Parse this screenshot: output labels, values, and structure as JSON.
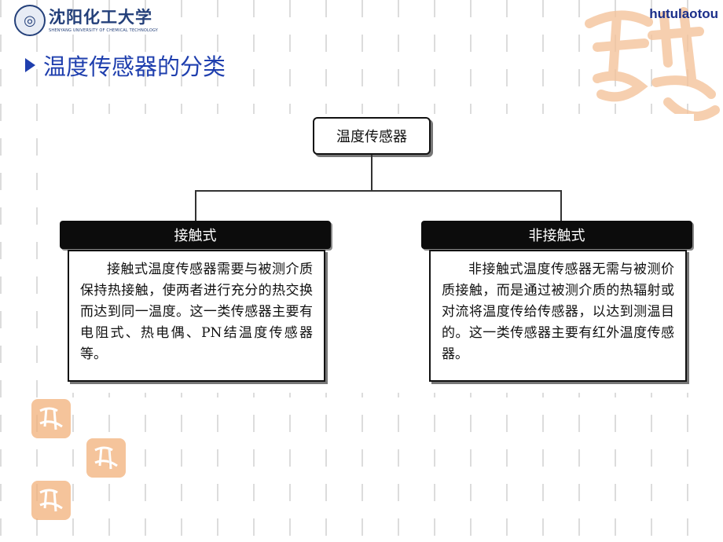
{
  "header": {
    "school_name": "沈阳化工大学",
    "school_name_en": "SHENYANG UNIVERSITY OF CHEMICAL TECHNOLOGY",
    "brand": "hutulaotou"
  },
  "slide": {
    "title": "温度传感器的分类"
  },
  "diagram": {
    "root": "温度传感器",
    "branches": [
      {
        "label": "接触式",
        "text": "接触式温度传感器需要与被测介质保持热接触，使两者进行充分的热交换而达到同一温度。这一类传感器主要有电阻式、热电偶、PN结温度传感器等。"
      },
      {
        "label": "非接触式",
        "text": "非接触式温度传感器无需与被测价质接触，而是通过被测介质的热辐射或对流将温度传给传感器，以达到测温目的。这一类传感器主要有红外温度传感器。"
      }
    ]
  },
  "colors": {
    "title": "#1f3fae",
    "brand": "#1b2f8a",
    "school": "#24407a",
    "decor": "#f2b17a"
  },
  "icons": [
    "school-emblem-icon",
    "bullet-arrow-icon",
    "decorative-calligraphy-icon"
  ]
}
